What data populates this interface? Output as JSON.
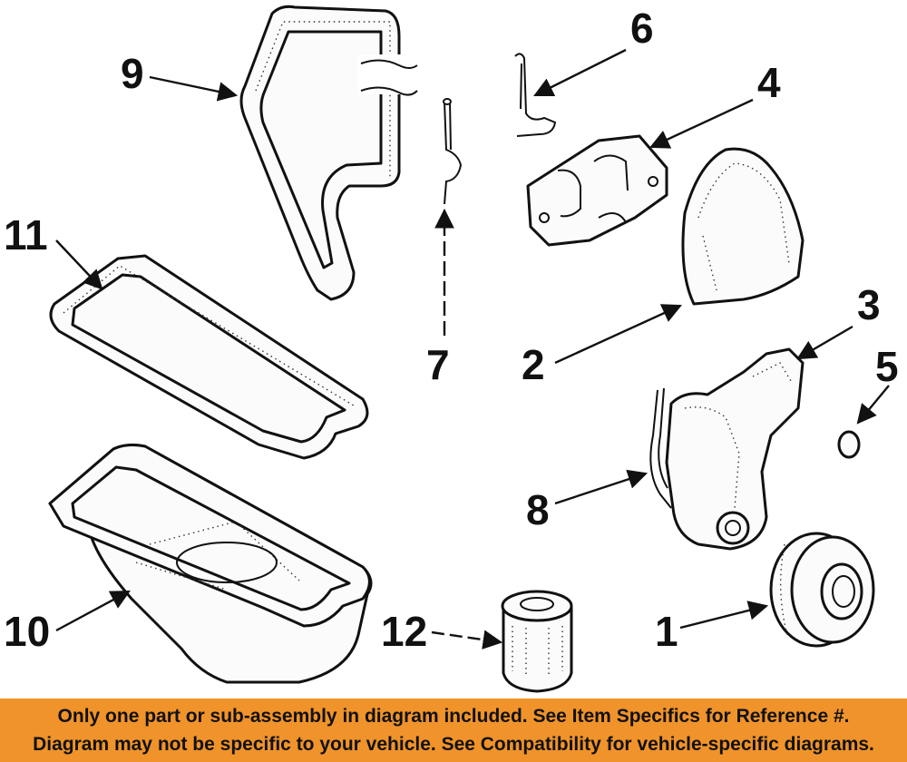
{
  "callouts": {
    "c1": "1",
    "c2": "2",
    "c3": "3",
    "c4": "4",
    "c5": "5",
    "c6": "6",
    "c7": "7",
    "c8": "8",
    "c9": "9",
    "c10": "10",
    "c11": "11",
    "c12": "12"
  },
  "banner": {
    "line1": "Only one part or sub-assembly in diagram included. See Item Specifics for Reference #.",
    "line2": "Diagram may not be specific to your vehicle. See Compatibility for vehicle-specific diagrams."
  },
  "colors": {
    "banner_bg": "#f0932b",
    "ink": "#111111"
  }
}
